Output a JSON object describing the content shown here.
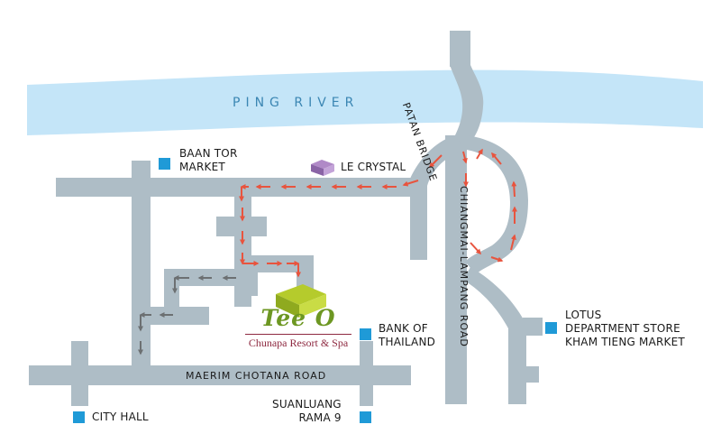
{
  "colors": {
    "river": "#c4e5f8",
    "road": "#aebdc6",
    "route_arrow": "#e8543e",
    "alt_arrow": "#6c7072",
    "marker": "#1f9ad7",
    "label_text": "#1a1a1a",
    "river_label": "#3b86b3",
    "brand_green": "#6d9722",
    "brand_maroon": "#8e2a41",
    "resort_block": "#b5cb2c",
    "le_crystal_block": "#b089c7"
  },
  "river": {
    "label": "PING RIVER"
  },
  "roads": {
    "patan_bridge": "PATAN BRIDGE",
    "chiangmai_lampang": "CHIANGMAI-LAMPANG ROAD",
    "maerim_chotana": "MAERIM CHOTANA ROAD"
  },
  "landmarks": {
    "baan_tor": {
      "line1": "BAAN TOR",
      "line2": "MARKET",
      "icon": "square-marker-icon"
    },
    "le_crystal": {
      "label": "LE CRYSTAL",
      "icon": "cube-icon"
    },
    "bank_of_thailand": {
      "line1": "BANK OF",
      "line2": "THAILAND",
      "icon": "square-marker-icon"
    },
    "lotus": {
      "line1": "LOTUS",
      "line2": "DEPARTMENT STORE",
      "line3": "KHAM TIENG MARKET",
      "icon": "square-marker-icon"
    },
    "city_hall": {
      "label": "CITY HALL",
      "icon": "square-marker-icon"
    },
    "suanluang": {
      "line1": "SUANLUANG",
      "line2": "RAMA 9",
      "icon": "square-marker-icon"
    }
  },
  "resort": {
    "name": "Tee O",
    "subtitle": "Chunapa Resort & Spa",
    "icon": "resort-block-icon"
  }
}
